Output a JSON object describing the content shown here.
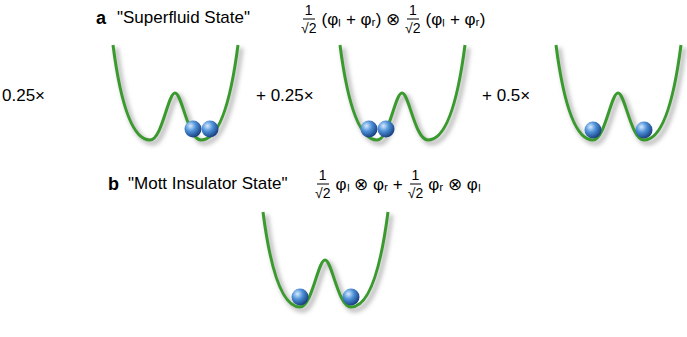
{
  "diagram": {
    "labels": [
      "a",
      "\"Superfluid State\"",
      "1",
      "√2",
      "(φₗ + φᵣ) ⊗",
      "1",
      "√2",
      "(φₗ + φᵣ)",
      "0.25×",
      "+ 0.25×",
      "+ 0.5×",
      "b",
      "\"Mott Insulator State\"",
      "1",
      "√2",
      "φₗ ⊗ φᵣ +",
      "1",
      "√2",
      "φᵣ ⊗ φₗ"
    ]
  }
}
